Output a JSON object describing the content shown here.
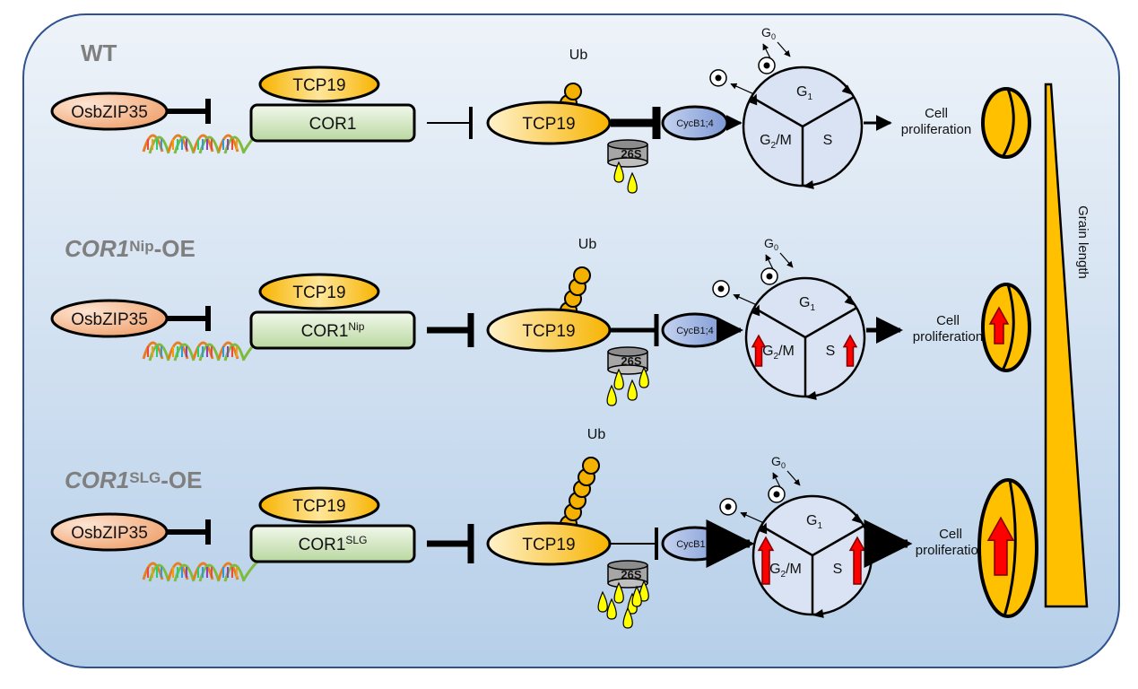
{
  "diagram": {
    "colors": {
      "panel_top": "#eef3f9",
      "panel_bottom": "#b8d1ea",
      "panel_border": "#2f528f",
      "osbzip35_fill": "#f4b183",
      "tcp19_fill": "#ffc000",
      "cor1_fill": "#c6e0b4",
      "cycb_fill": "#8faadc",
      "cellcycle_fill": "#dae3f3",
      "grain_fill": "#ffc000",
      "arrow_red": "#e00000",
      "proteasome_fill": "#a6a6a6",
      "peptide_fill": "#ffff00"
    },
    "axis_label": "Grain length",
    "rows": [
      {
        "title_main": "WT",
        "title_sup": "",
        "title_suffix": "",
        "repressor": "OsbZIP35",
        "complex_top": "TCP19",
        "complex_bottom_main": "COR1",
        "complex_bottom_sup": "",
        "target": "TCP19",
        "ub_label": "Ub",
        "ub_count": 2,
        "proteasome": "26S",
        "peptide_count": 2,
        "cyclin": "CycB1;4",
        "phases": {
          "g0": "G",
          "g0_sub": "0",
          "g1": "G",
          "g1_sub": "1",
          "g2m_pre": "G",
          "g2m_sub": "2",
          "g2m_post": "/M",
          "s": "S"
        },
        "output_line1": "Cell",
        "output_line2": "proliferation",
        "inhibition_strength": "weak",
        "cycle_upregulated": false,
        "grain_size": "small"
      },
      {
        "title_main": "COR1",
        "title_sup": "Nip",
        "title_suffix": "-OE",
        "repressor": "OsbZIP35",
        "complex_top": "TCP19",
        "complex_bottom_main": "COR1",
        "complex_bottom_sup": "Nip",
        "target": "TCP19",
        "ub_label": "Ub",
        "ub_count": 4,
        "proteasome": "26S",
        "peptide_count": 4,
        "cyclin": "CycB1;4",
        "phases": {
          "g0": "G",
          "g0_sub": "0",
          "g1": "G",
          "g1_sub": "1",
          "g2m_pre": "G",
          "g2m_sub": "2",
          "g2m_post": "/M",
          "s": "S"
        },
        "output_line1": "Cell",
        "output_line2": "proliferation",
        "inhibition_strength": "medium",
        "cycle_upregulated": true,
        "grain_size": "medium"
      },
      {
        "title_main": "COR1",
        "title_sup": "SLG",
        "title_suffix": "-OE",
        "repressor": "OsbZIP35",
        "complex_top": "TCP19",
        "complex_bottom_main": "COR1",
        "complex_bottom_sup": "SLG",
        "target": "TCP19",
        "ub_label": "Ub",
        "ub_count": 6,
        "proteasome": "26S",
        "peptide_count": 7,
        "cyclin": "CycB1;4",
        "phases": {
          "g0": "G",
          "g0_sub": "0",
          "g1": "G",
          "g1_sub": "1",
          "g2m_pre": "G",
          "g2m_sub": "2",
          "g2m_post": "/M",
          "s": "S"
        },
        "output_line1": "Cell",
        "output_line2": "proliferation",
        "inhibition_strength": "strong",
        "cycle_upregulated": true,
        "grain_size": "large"
      }
    ]
  }
}
